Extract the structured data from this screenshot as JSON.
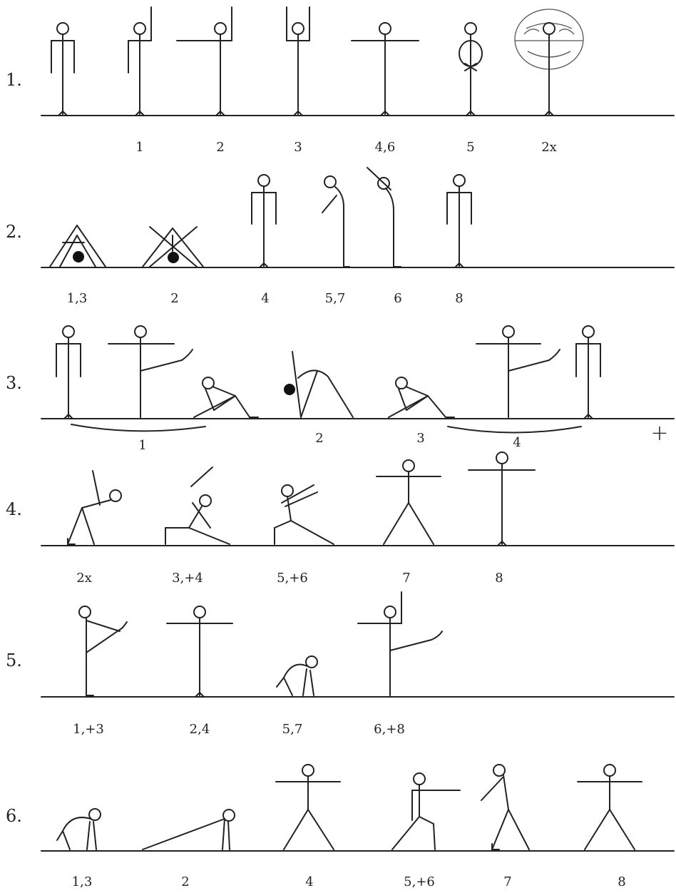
{
  "rows": [
    {
      "number": "1.",
      "labels": [
        "1",
        "2",
        "3",
        "4,6",
        "5",
        "2x"
      ]
    },
    {
      "number": "2.",
      "labels": [
        "1,3",
        "2",
        "4",
        "5,7",
        "6",
        "8"
      ]
    },
    {
      "number": "3.",
      "labels": [
        "1",
        "2",
        "3",
        "4"
      ],
      "extra_symbol": "+"
    },
    {
      "number": "4.",
      "labels": [
        "2x",
        "3,+4",
        "5,+6",
        "7",
        "8"
      ]
    },
    {
      "number": "5.",
      "labels": [
        "1,+3",
        "2,4",
        "5,7",
        "6,+8"
      ]
    },
    {
      "number": "6.",
      "labels": [
        "1,3",
        "2",
        "4",
        "5,+6",
        "7",
        "8"
      ]
    }
  ]
}
